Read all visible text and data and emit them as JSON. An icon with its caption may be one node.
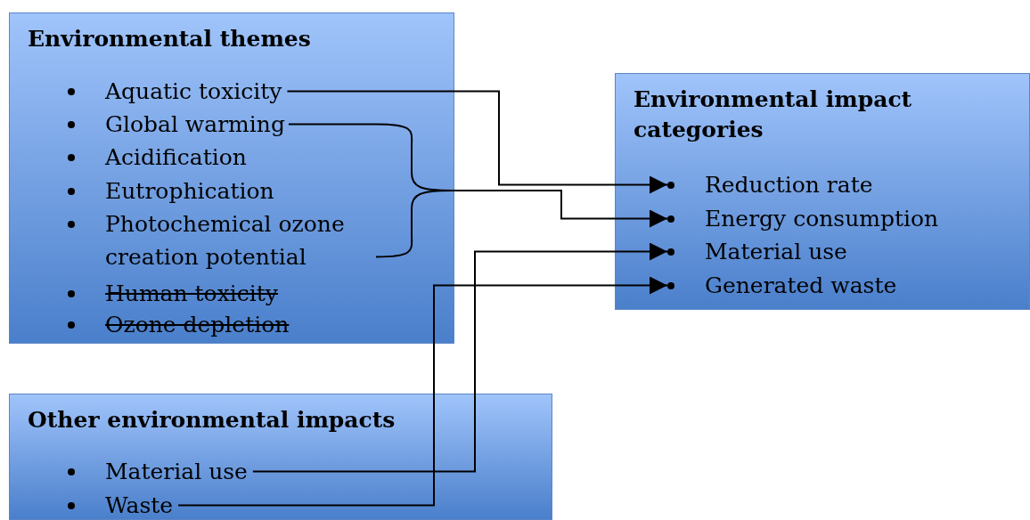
{
  "diagram": {
    "nodes": [
      {
        "text": [
          "Environmental themes"
        ]
      },
      {
        "text": [
          "Aquatic toxicity"
        ],
        "in": 0
      },
      {
        "text": [
          "Global warming"
        ],
        "in": 0
      },
      {
        "text": [
          "Acidification"
        ],
        "in": 0
      },
      {
        "text": [
          "Eutrophication"
        ],
        "in": 0
      },
      {
        "text": [
          "Photochemical ozone creation potential"
        ],
        "in": 0
      },
      {
        "text": [
          "Human toxicity"
        ],
        "in": 0
      },
      {
        "text": [
          "Ozone depletion"
        ],
        "in": 0
      },
      {
        "text": [
          "Environmental impact categories"
        ]
      },
      {
        "text": [
          "Reduction rate"
        ],
        "in": 8
      },
      {
        "text": [
          "Energy consumption"
        ],
        "in": 8
      },
      {
        "text": [
          "Material use"
        ],
        "in": 8
      },
      {
        "text": [
          "Generated waste"
        ],
        "in": 8
      },
      {
        "text": [
          "Other environmental impacts"
        ]
      },
      {
        "text": [
          "Material use"
        ],
        "in": 13
      },
      {
        "text": [
          "Waste"
        ],
        "in": 13
      }
    ],
    "edges": [
      {
        "from": 1,
        "to": 9,
        "arrow": "to"
      },
      {
        "from": 2,
        "to": 10,
        "arrow": "to"
      },
      {
        "from": 5,
        "to": 10,
        "arrow": "to"
      },
      {
        "from": 14,
        "to": 11,
        "arrow": "to"
      },
      {
        "from": 15,
        "to": 12,
        "arrow": "to"
      }
    ]
  }
}
